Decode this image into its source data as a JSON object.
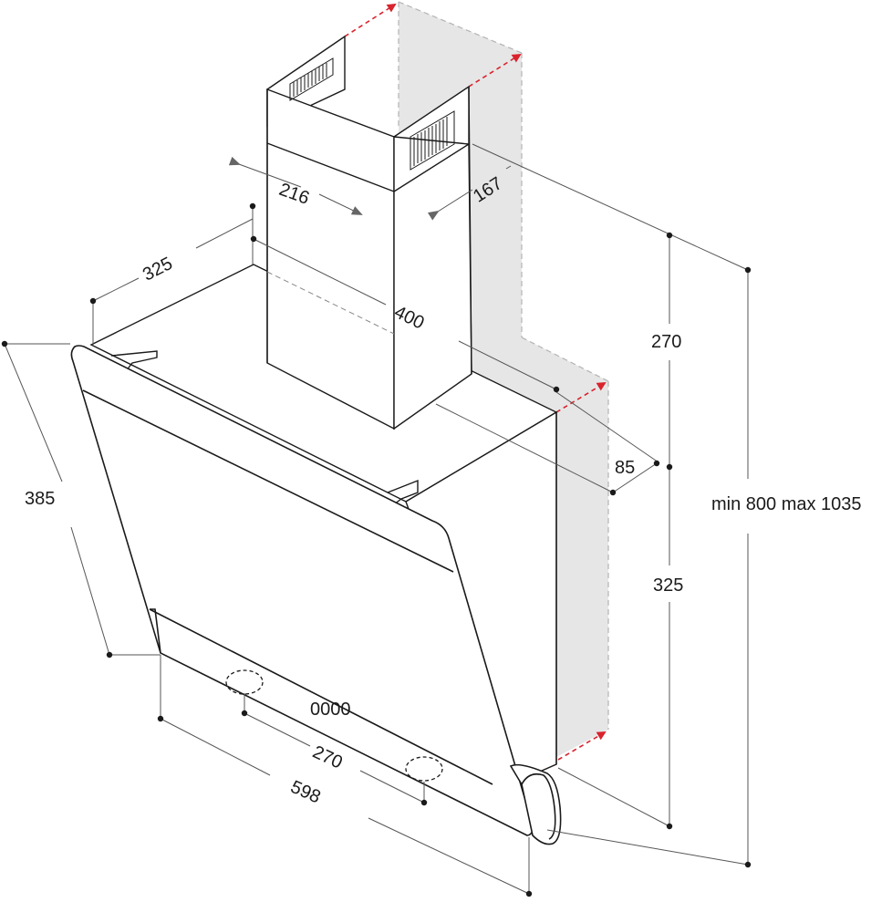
{
  "diagram": {
    "chimney_width": "216",
    "chimney_depth": "167",
    "hood_depth": "325",
    "hood_span": "400",
    "hood_height_left": "385",
    "wall_offset": "85",
    "chimney_height": "270",
    "hood_height_right": "325",
    "total_height": "min 800 max 1035",
    "control_spacing": "270",
    "hood_width": "598",
    "control_display": "0000"
  },
  "colors": {
    "outline": "#1a1a1a",
    "dimension_line": "#555555",
    "wall": "#e6e6e6",
    "wall_edge": "#b3b3b3",
    "arrow": "#d9232d"
  }
}
